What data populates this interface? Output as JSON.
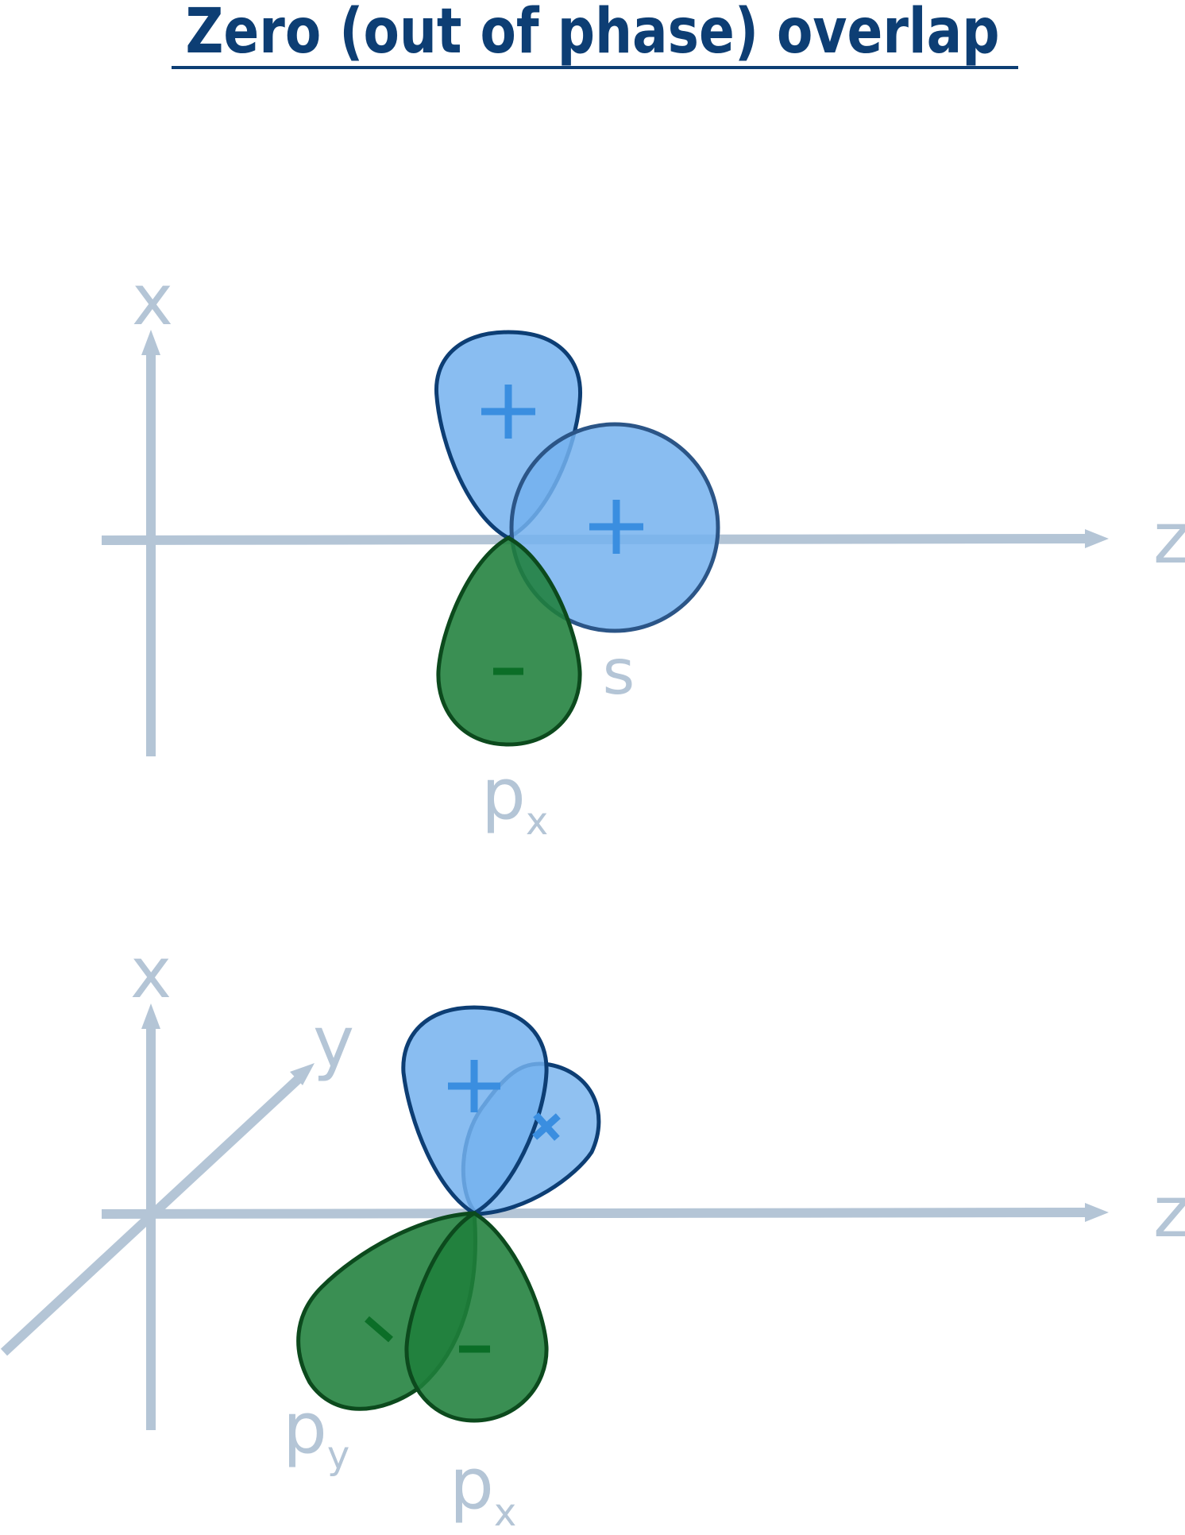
{
  "title": "Zero (out of phase) overlap",
  "colors": {
    "title": "#0d3e74",
    "axis": "#b4c5d6",
    "positive_lobe": "#74b1ee",
    "negative_lobe": "#1f7f3b",
    "plus_sign": "#3a8ee0",
    "minus_sign": "#0b6e27"
  },
  "panel_1": {
    "axis_x_label": "x",
    "axis_z_label": "z",
    "s_label": "s",
    "px_label_main": "p",
    "px_label_sub": "x",
    "signs": {
      "px_upper": "+",
      "px_lower": "-",
      "s": "+"
    }
  },
  "panel_2": {
    "axis_x_label": "x",
    "axis_y_label": "y",
    "axis_z_label": "z",
    "py_label_main": "p",
    "py_label_sub": "y",
    "px_label_main": "p",
    "px_label_sub": "x",
    "signs": {
      "px_upper": "+",
      "px_lower": "-",
      "py_upper": "+",
      "py_lower": "-"
    }
  }
}
